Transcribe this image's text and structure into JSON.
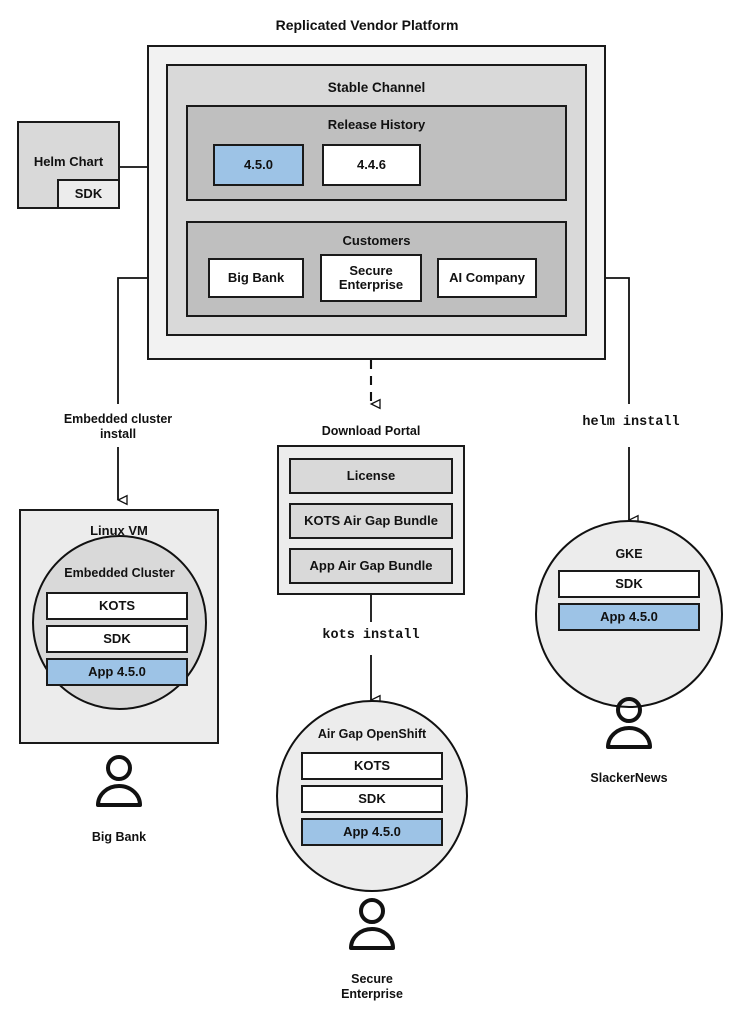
{
  "diagram": {
    "title": "Replicated Vendor Platform",
    "type": "architecture-flow"
  },
  "platform": {
    "label": "Replicated Vendor Platform",
    "channel": {
      "label": "Stable Channel",
      "release_history": {
        "label": "Release History",
        "releases": [
          {
            "version": "4.5.0",
            "highlighted": true
          },
          {
            "version": "4.4.6",
            "highlighted": false
          }
        ]
      },
      "customers": {
        "label": "Customers",
        "items": [
          {
            "name": "Big Bank"
          },
          {
            "name": "Secure\nEnterprise"
          },
          {
            "name": "AI Company"
          }
        ]
      }
    }
  },
  "helm_chart": {
    "label": "Helm Chart",
    "sdk_label": "SDK"
  },
  "edges": {
    "helm_to_release": "",
    "big_bank_install": "Embedded cluster\ninstall",
    "secure_enterprise_to_portal": "",
    "portal_install": "kots install",
    "ai_company_install": "helm install"
  },
  "linux_vm": {
    "label": "Linux VM",
    "cluster_label": "Embedded Cluster",
    "components": [
      {
        "label": "KOTS",
        "style": "white"
      },
      {
        "label": "SDK",
        "style": "white"
      },
      {
        "label": "App 4.5.0",
        "style": "blue"
      }
    ],
    "owner": "Big Bank"
  },
  "download_portal": {
    "label": "Download Portal",
    "items": [
      {
        "label": "License"
      },
      {
        "label": "KOTS Air Gap Bundle"
      },
      {
        "label": "App Air Gap Bundle"
      }
    ]
  },
  "airgap_openshift": {
    "label": "Air Gap OpenShift",
    "components": [
      {
        "label": "KOTS",
        "style": "white"
      },
      {
        "label": "SDK",
        "style": "white"
      },
      {
        "label": "App 4.5.0",
        "style": "blue"
      }
    ],
    "owner": "Secure\nEnterprise"
  },
  "gke": {
    "label": "GKE",
    "components": [
      {
        "label": "SDK",
        "style": "white"
      },
      {
        "label": "App 4.5.0",
        "style": "blue"
      }
    ],
    "owner": "SlackerNews"
  },
  "colors": {
    "accent_blue_fill": "#9dc3e6",
    "accent_blue_border": "#2e75b6",
    "accent_blue_text": "#1f4e79",
    "outer_panel": "#f2f2f2",
    "channel_panel": "#d9d9d9",
    "release_panel": "#bfbfbf",
    "stroke": "#1a1a1a"
  }
}
